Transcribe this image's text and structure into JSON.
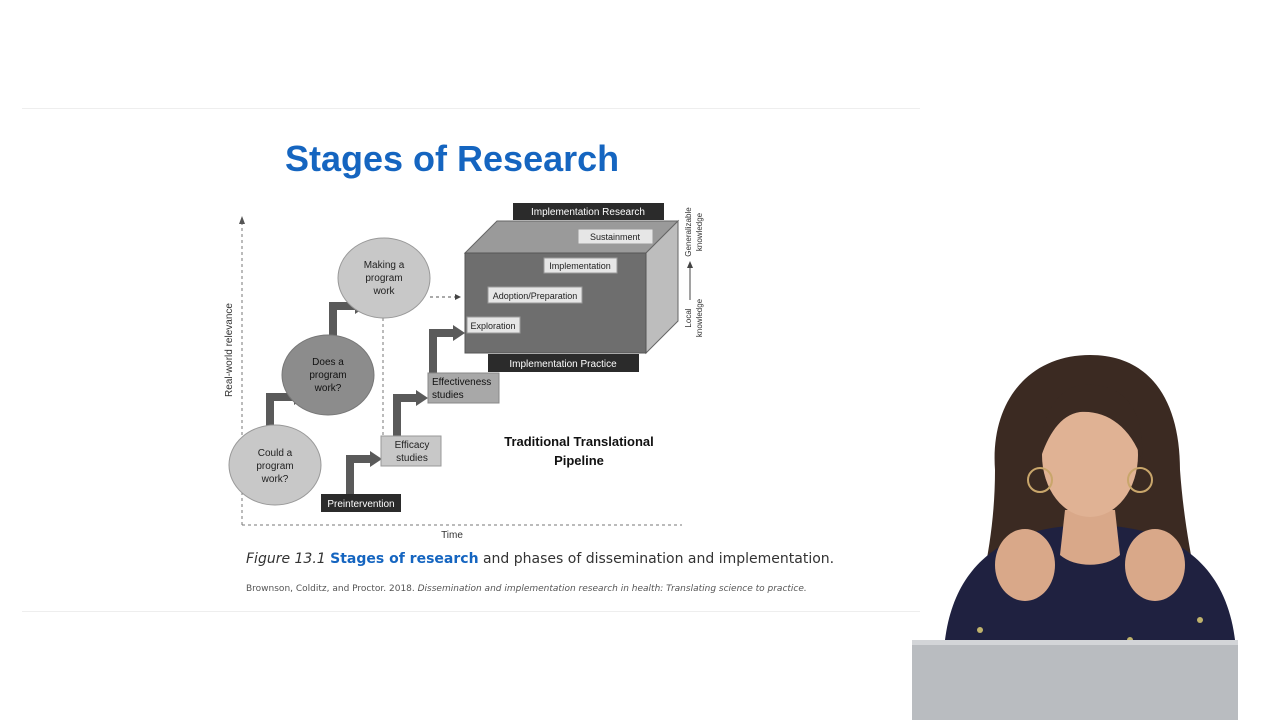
{
  "slide": {
    "title": "Stages of Research",
    "caption": {
      "figure_label": "Figure 13.1",
      "highlight": "Stages of research",
      "rest": " and phases of dissemination and implementation."
    },
    "citation": {
      "authors": "Brownson, Colditz, and Proctor. 2018. ",
      "title": "Dissemination and implementation research in health: Translating science to practice."
    }
  },
  "diagram": {
    "y_axis_label": "Real-world relevance",
    "x_axis_label": "Time",
    "circles": {
      "could": [
        "Could a",
        "program",
        "work?"
      ],
      "does": [
        "Does a",
        "program",
        "work?"
      ],
      "making": [
        "Making a",
        "program",
        "work"
      ]
    },
    "boxes": {
      "preintervention": "Preintervention",
      "efficacy": [
        "Efficacy",
        "studies"
      ],
      "effectiveness": [
        "Effectiveness",
        "studies"
      ]
    },
    "cube": {
      "top_label": "Implementation Research",
      "bottom_label": "Implementation Practice",
      "stages": [
        "Sustainment",
        "Implementation",
        "Adoption/Preparation",
        "Exploration"
      ]
    },
    "knowledge_axis": {
      "top": [
        "Generalizable",
        "knowledge"
      ],
      "bottom": [
        "Local",
        "knowledge"
      ]
    },
    "pipeline_label": [
      "Traditional Translational",
      "Pipeline"
    ]
  },
  "colors": {
    "title": "#1565c0",
    "circle_light": "#c8c8c8",
    "circle_dark": "#8c8c8c",
    "arrow": "#5a5a5a",
    "cube_front": "#6e6e6e",
    "dark_label": "#2b2b2b"
  }
}
